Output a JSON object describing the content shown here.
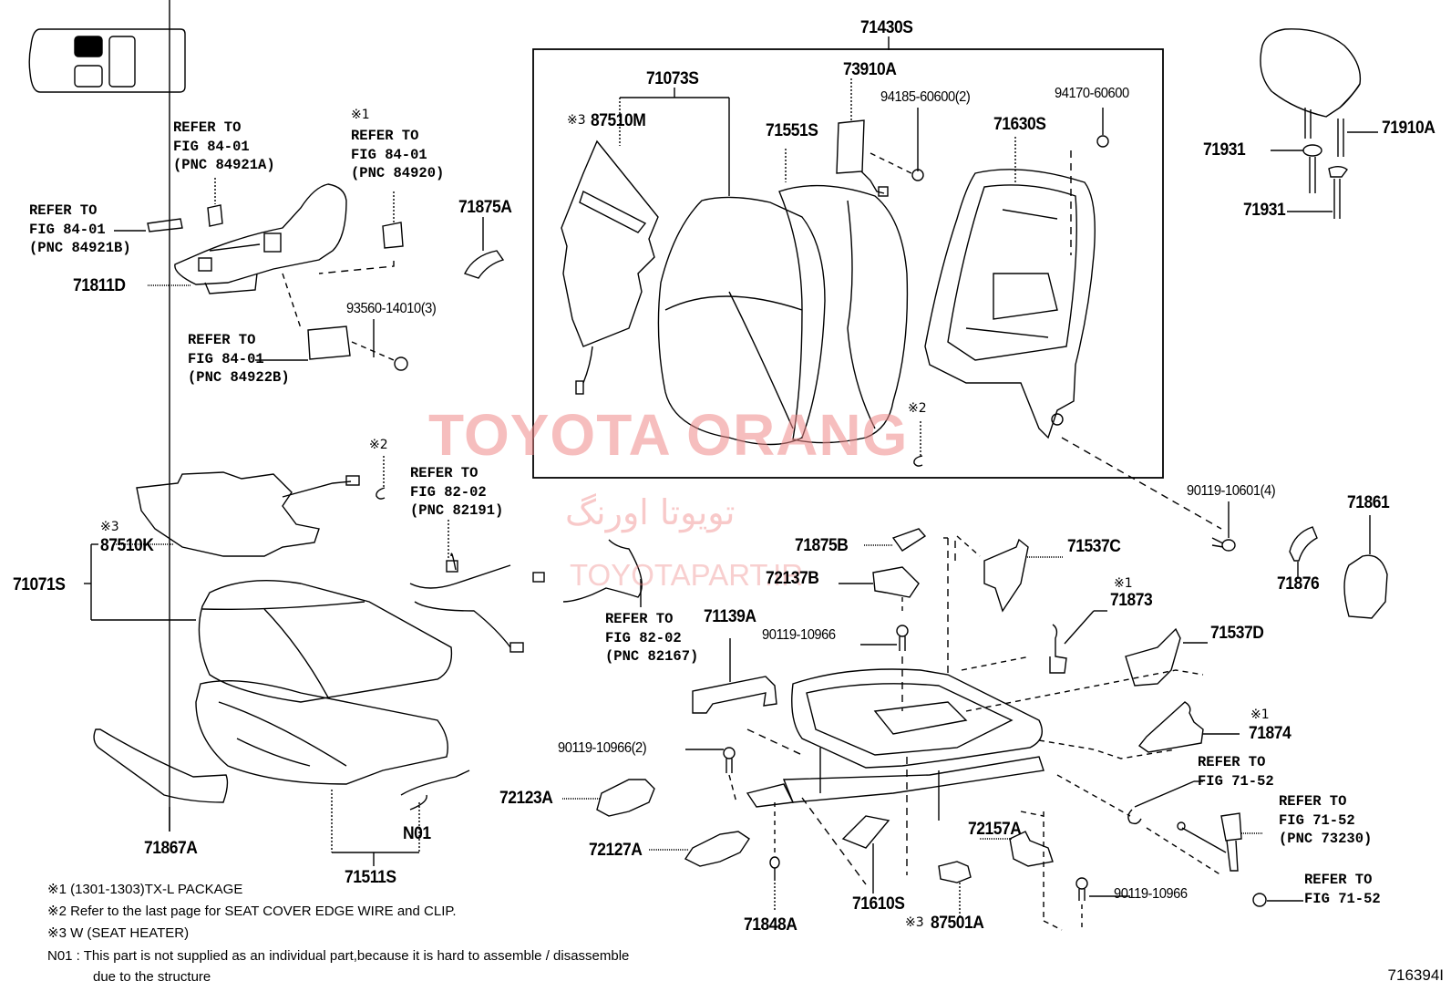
{
  "diagram": {
    "figure_id": "716394I",
    "watermarks": {
      "brand_latin": "TOYOTA ORANG",
      "brand_persian": "تویوتا اورنگ",
      "site": "TOYOTAPART.IR"
    },
    "locator_icon": "seat-position-locator-icon",
    "assembly_box_label": "71430S",
    "parts": {
      "p71073S": "71073S",
      "p87510M": "87510M",
      "p73910A": "73910A",
      "p94185": "94185-60600(2)",
      "p94170": "94170-60600",
      "p71551S": "71551S",
      "p71630S": "71630S",
      "p71910A": "71910A",
      "p71931a": "71931",
      "p71931b": "71931",
      "p71875A": "71875A",
      "p71811D": "71811D",
      "p93560": "93560-14010(3)",
      "p87510K": "87510K",
      "p71071S": "71071S",
      "p71867A": "71867A",
      "p71511S": "71511S",
      "pN01": "N01",
      "p71875B": "71875B",
      "p72137B": "72137B",
      "p71139A": "71139A",
      "p90119_10966a": "90119-10966",
      "p90119_10966_2": "90119-10966(2)",
      "p90119_10966b": "90119-10966",
      "p90119_10601": "90119-10601(4)",
      "p71537C": "71537C",
      "p71537D": "71537D",
      "p71873": "71873",
      "p71874": "71874",
      "p71876": "71876",
      "p71861": "71861",
      "p72123A": "72123A",
      "p72127A": "72127A",
      "p72157A": "72157A",
      "p71848A": "71848A",
      "p71610S": "71610S",
      "p87501A": "87501A"
    },
    "marks": {
      "m1": "※1",
      "m2": "※2",
      "m3": "※3"
    },
    "references": {
      "r84921A": "REFER TO\nFIG 84-01\n(PNC 84921A)",
      "r84920": "REFER TO\nFIG 84-01\n(PNC 84920)",
      "r84921B": "REFER TO\nFIG 84-01\n(PNC 84921B)",
      "r84922B": "REFER TO\nFIG 84-01\n(PNC 84922B)",
      "r82191": "REFER TO\nFIG 82-02\n(PNC 82191)",
      "r82167": "REFER TO\nFIG 82-02\n(PNC 82167)",
      "r7152a": "REFER TO\nFIG 71-52",
      "r73230": "REFER TO\nFIG 71-52\n(PNC 73230)",
      "r7152b": "REFER TO\nFIG 71-52"
    },
    "notes": [
      "※1 (1301-1303)TX-L PACKAGE",
      "※2 Refer to the last page for SEAT COVER EDGE WIRE and CLIP.",
      "※3 W (SEAT HEATER)",
      "N01 : This part is not supplied as an individual part,because it is hard to assemble / disassemble",
      "due to the structure"
    ]
  }
}
